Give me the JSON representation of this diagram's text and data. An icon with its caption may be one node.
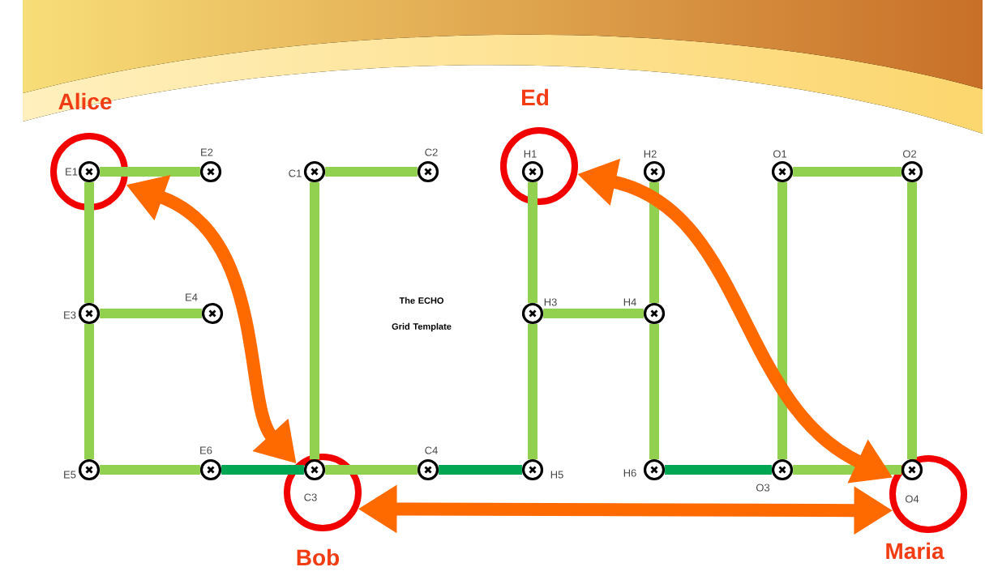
{
  "diagram": {
    "nodes": [
      {
        "text": [
          "Alice"
        ]
      },
      {
        "text": [],
        "shape": "circle",
        "beside": [
          "E1"
        ],
        "in": 0
      },
      {
        "text": [],
        "shape": "circle",
        "beside": [
          "E2"
        ]
      },
      {
        "text": [],
        "shape": "circle",
        "beside": [
          "C1"
        ]
      },
      {
        "text": [],
        "shape": "circle",
        "beside": [
          "C2"
        ]
      },
      {
        "text": [
          "Ed"
        ]
      },
      {
        "text": [],
        "shape": "circle",
        "beside": [
          "H1"
        ],
        "in": 5
      },
      {
        "text": [],
        "shape": "circle",
        "beside": [
          "H2"
        ]
      },
      {
        "text": [],
        "shape": "circle",
        "beside": [
          "O1"
        ]
      },
      {
        "text": [],
        "shape": "circle",
        "beside": [
          "O2"
        ]
      },
      {
        "text": [],
        "shape": "circle",
        "beside": [
          "E3"
        ]
      },
      {
        "text": [],
        "shape": "circle",
        "beside": [
          "E4"
        ]
      },
      {
        "text": [],
        "shape": "circle",
        "beside": [
          "H3"
        ]
      },
      {
        "text": [],
        "shape": "circle",
        "beside": [
          "H4"
        ]
      },
      {
        "text": [],
        "shape": "circle",
        "beside": [
          "E5"
        ]
      },
      {
        "text": [],
        "shape": "circle",
        "beside": [
          "E6"
        ]
      },
      {
        "text": [
          "Bob"
        ]
      },
      {
        "text": [],
        "shape": "circle",
        "beside": [
          "C3"
        ],
        "in": 16
      },
      {
        "text": [],
        "shape": "circle",
        "beside": [
          "C4"
        ]
      },
      {
        "text": [],
        "shape": "circle",
        "beside": [
          "H5"
        ]
      },
      {
        "text": [],
        "shape": "circle",
        "beside": [
          "H6"
        ]
      },
      {
        "text": [],
        "shape": "circle",
        "beside": [
          "O3"
        ]
      },
      {
        "text": [
          "Maria"
        ]
      },
      {
        "text": [],
        "shape": "circle",
        "beside": [
          "O4"
        ],
        "in": 22
      }
    ],
    "edges": [
      {
        "from": 1,
        "to": 2,
        "arrow": "none"
      },
      {
        "from": 1,
        "to": 10,
        "arrow": "none"
      },
      {
        "from": 10,
        "to": 11,
        "arrow": "none"
      },
      {
        "from": 10,
        "to": 14,
        "arrow": "none"
      },
      {
        "from": 14,
        "to": 15,
        "arrow": "none"
      },
      {
        "from": 15,
        "to": 17,
        "arrow": "none",
        "color": "#00a651"
      },
      {
        "from": 3,
        "to": 4,
        "arrow": "none"
      },
      {
        "from": 3,
        "to": 17,
        "arrow": "none"
      },
      {
        "from": 17,
        "to": 18,
        "arrow": "none"
      },
      {
        "from": 18,
        "to": 19,
        "arrow": "none",
        "color": "#00a651"
      },
      {
        "from": 6,
        "to": 12,
        "arrow": "none"
      },
      {
        "from": 12,
        "to": 19,
        "arrow": "none"
      },
      {
        "from": 12,
        "to": 13,
        "arrow": "none"
      },
      {
        "from": 7,
        "to": 13,
        "arrow": "none"
      },
      {
        "from": 13,
        "to": 20,
        "arrow": "none"
      },
      {
        "from": 20,
        "to": 21,
        "arrow": "none",
        "color": "#00a651"
      },
      {
        "from": 8,
        "to": 9,
        "arrow": "none"
      },
      {
        "from": 8,
        "to": 21,
        "arrow": "none"
      },
      {
        "from": 9,
        "to": 23,
        "arrow": "none"
      },
      {
        "from": 21,
        "to": 23,
        "arrow": "none"
      },
      {
        "from": 0,
        "to": 16,
        "arrow": "both",
        "color": "#ff6a00"
      },
      {
        "from": 5,
        "to": 22,
        "arrow": "both",
        "color": "#ff6a00"
      },
      {
        "from": 16,
        "to": 22,
        "arrow": "both",
        "color": "#ff6a00"
      }
    ],
    "labels": [
      "The ECHO Grid Template"
    ]
  }
}
